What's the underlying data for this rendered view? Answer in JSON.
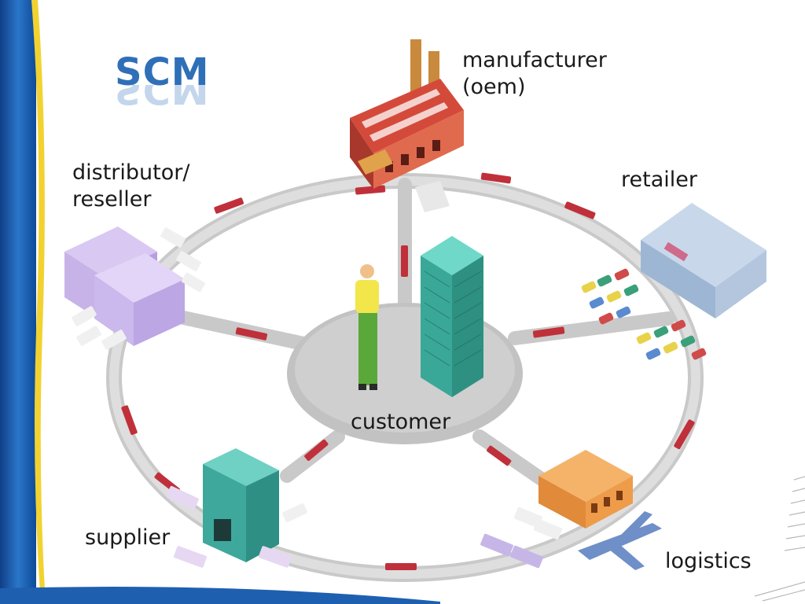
{
  "slide": {
    "title": "SCM"
  },
  "nodes": {
    "manufacturer": {
      "line1": "manufacturer",
      "line2": "(oem)"
    },
    "retailer": {
      "label": "retailer"
    },
    "distributor": {
      "line1": "distributor/",
      "line2": "reseller"
    },
    "supplier": {
      "label": "supplier"
    },
    "logistics": {
      "label": "logistics"
    },
    "customer": {
      "label": "customer"
    }
  },
  "colors": {
    "title": "#2f6fb8",
    "ring": "#c9c9c9",
    "arrow": "#c0303a",
    "frame_blue": "#1f5fb0",
    "frame_yellow": "#f2d230"
  }
}
